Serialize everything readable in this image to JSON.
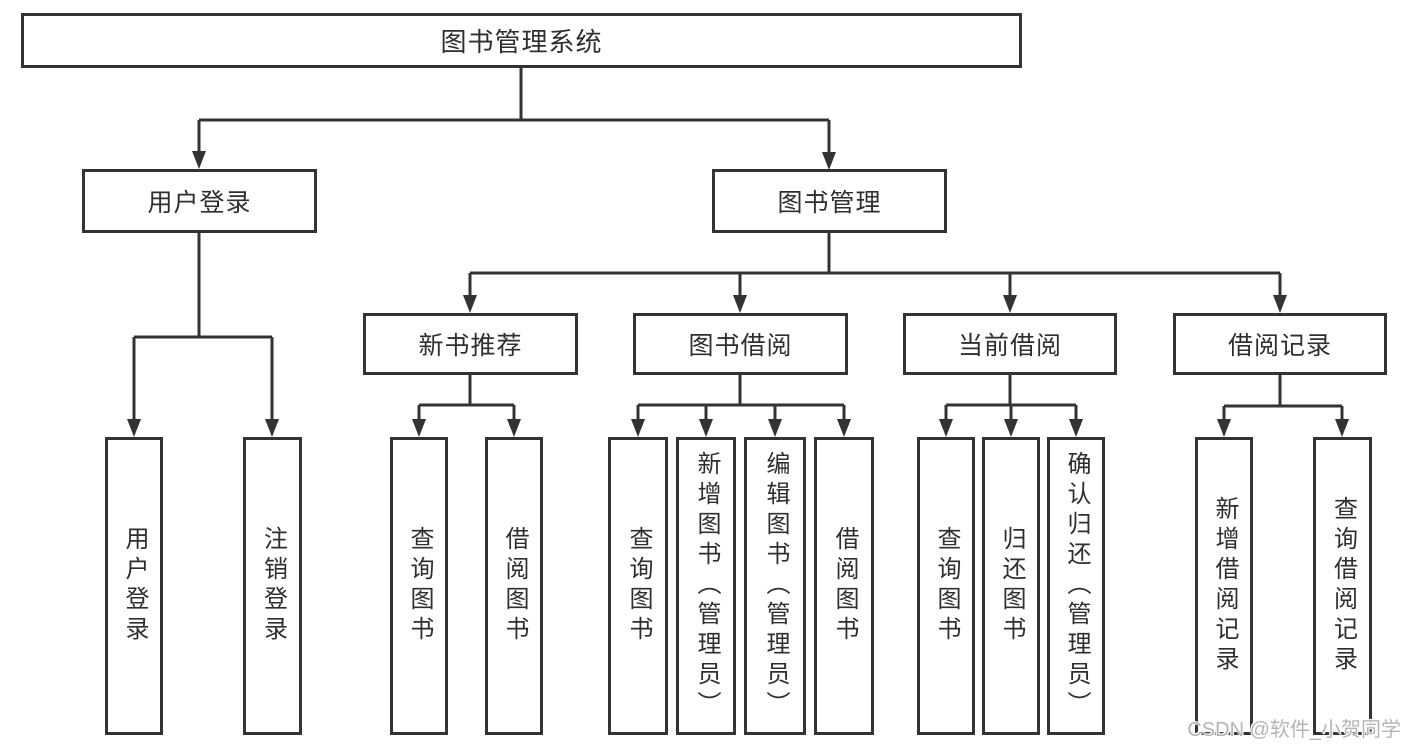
{
  "diagram": {
    "root": {
      "label": "图书管理系统",
      "children": [
        {
          "label": "用户登录",
          "children": [
            {
              "label": "用户登录"
            },
            {
              "label": "注销登录"
            }
          ]
        },
        {
          "label": "图书管理",
          "children": [
            {
              "label": "新书推荐",
              "children": [
                {
                  "label": "查询图书"
                },
                {
                  "label": "借阅图书"
                }
              ]
            },
            {
              "label": "图书借阅",
              "children": [
                {
                  "label": "查询图书"
                },
                {
                  "label": "新增图书（管理员）"
                },
                {
                  "label": "编辑图书（管理员）"
                },
                {
                  "label": "借阅图书"
                }
              ]
            },
            {
              "label": "当前借阅",
              "children": [
                {
                  "label": "查询图书"
                },
                {
                  "label": "归还图书"
                },
                {
                  "label": "确认归还（管理员）"
                }
              ]
            },
            {
              "label": "借阅记录",
              "children": [
                {
                  "label": "新增借阅记录"
                },
                {
                  "label": "查询借阅记录"
                }
              ]
            }
          ]
        }
      ]
    },
    "watermark": "CSDN @软件_小贺同学",
    "colors": {
      "line": "#333333",
      "text": "#2f2f2f",
      "watermark": "#b5b5b5",
      "background": "#ffffff"
    }
  }
}
